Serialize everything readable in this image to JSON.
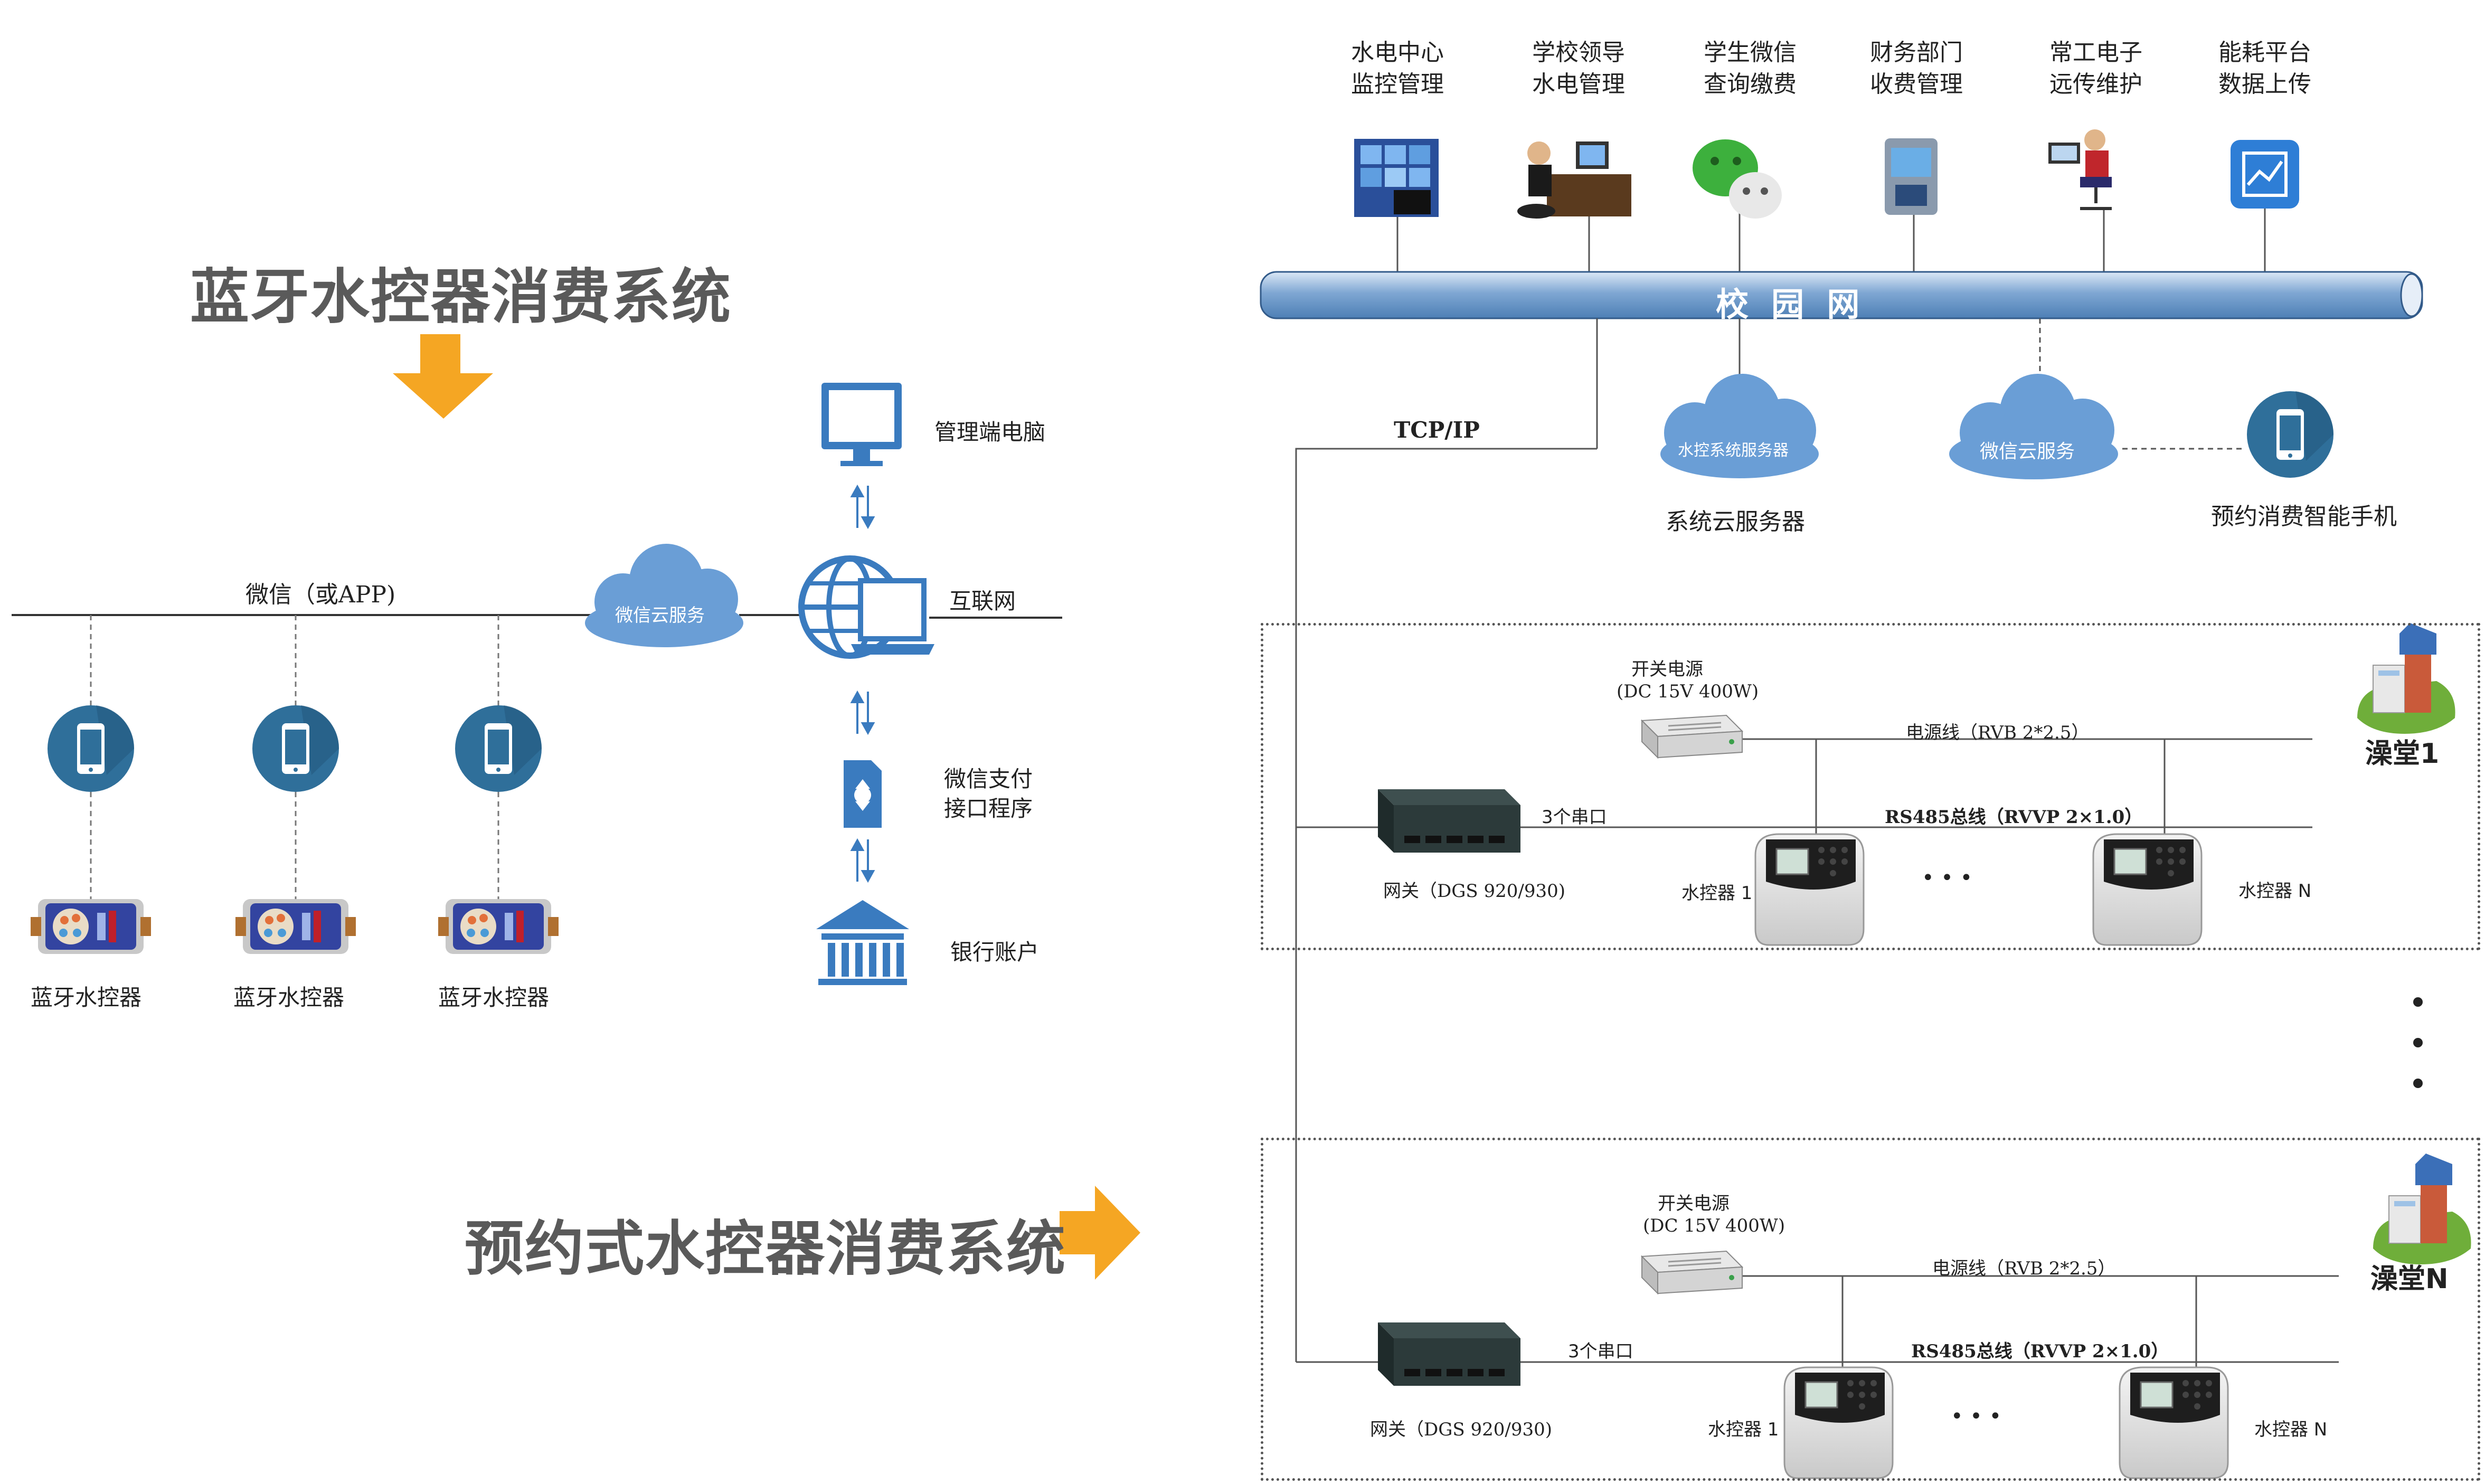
{
  "left": {
    "title": "蓝牙水控器消费系统",
    "wechat_line_label": "微信（或APP)",
    "cloud_label": "微信云服务",
    "right_nodes": {
      "pc": "管理端电脑",
      "internet": "互联网",
      "pay_line1": "微信支付",
      "pay_line2": "接口程序",
      "bank": "银行账户"
    },
    "devices": [
      "蓝牙水控器",
      "蓝牙水控器",
      "蓝牙水控器"
    ]
  },
  "bottom_title": "预约式水控器消费系统",
  "right": {
    "top_items": [
      {
        "l1": "水电中心",
        "l2": "监控管理"
      },
      {
        "l1": "学校领导",
        "l2": "水电管理"
      },
      {
        "l1": "学生微信",
        "l2": "查询缴费"
      },
      {
        "l1": "财务部门",
        "l2": "收费管理"
      },
      {
        "l1": "常工电子",
        "l2": "远传维护"
      },
      {
        "l1": "能耗平台",
        "l2": "数据上传"
      }
    ],
    "campus_net": "校  园  网",
    "tcpip": "TCP/IP",
    "server_cloud": "水控系统服务器",
    "server_label": "系统云服务器",
    "wechat_cloud": "微信云服务",
    "phone_label": "预约消费智能手机",
    "sections": [
      {
        "psu_l1": "开关电源",
        "psu_l2": "(DC 15V 400W)",
        "power_line": "电源线（RVB 2*2.5）",
        "serial": "3个串口",
        "bus": "RS485总线（RVVP 2×1.0）",
        "gateway": "网关（DGS 920/930)",
        "ctrl1": "水控器 1",
        "ctrlN": "水控器 N",
        "ellipsis": "• • •",
        "bath": "澡堂1"
      },
      {
        "psu_l1": "开关电源",
        "psu_l2": "(DC 15V 400W)",
        "power_line": "电源线（RVB 2*2.5）",
        "serial": "3个串口",
        "bus": "RS485总线（RVVP 2×1.0）",
        "gateway": "网关（DGS 920/930)",
        "ctrl1": "水控器 1",
        "ctrlN": "水控器 N",
        "ellipsis": "• • •",
        "bath": "澡堂N"
      }
    ]
  },
  "colors": {
    "orange": "#f5a623",
    "blue_circle": "#2f6f9a",
    "cloud": "#6a9ed6",
    "pipe": "#7aa3cf",
    "dark_device": "#2c3a3a"
  }
}
